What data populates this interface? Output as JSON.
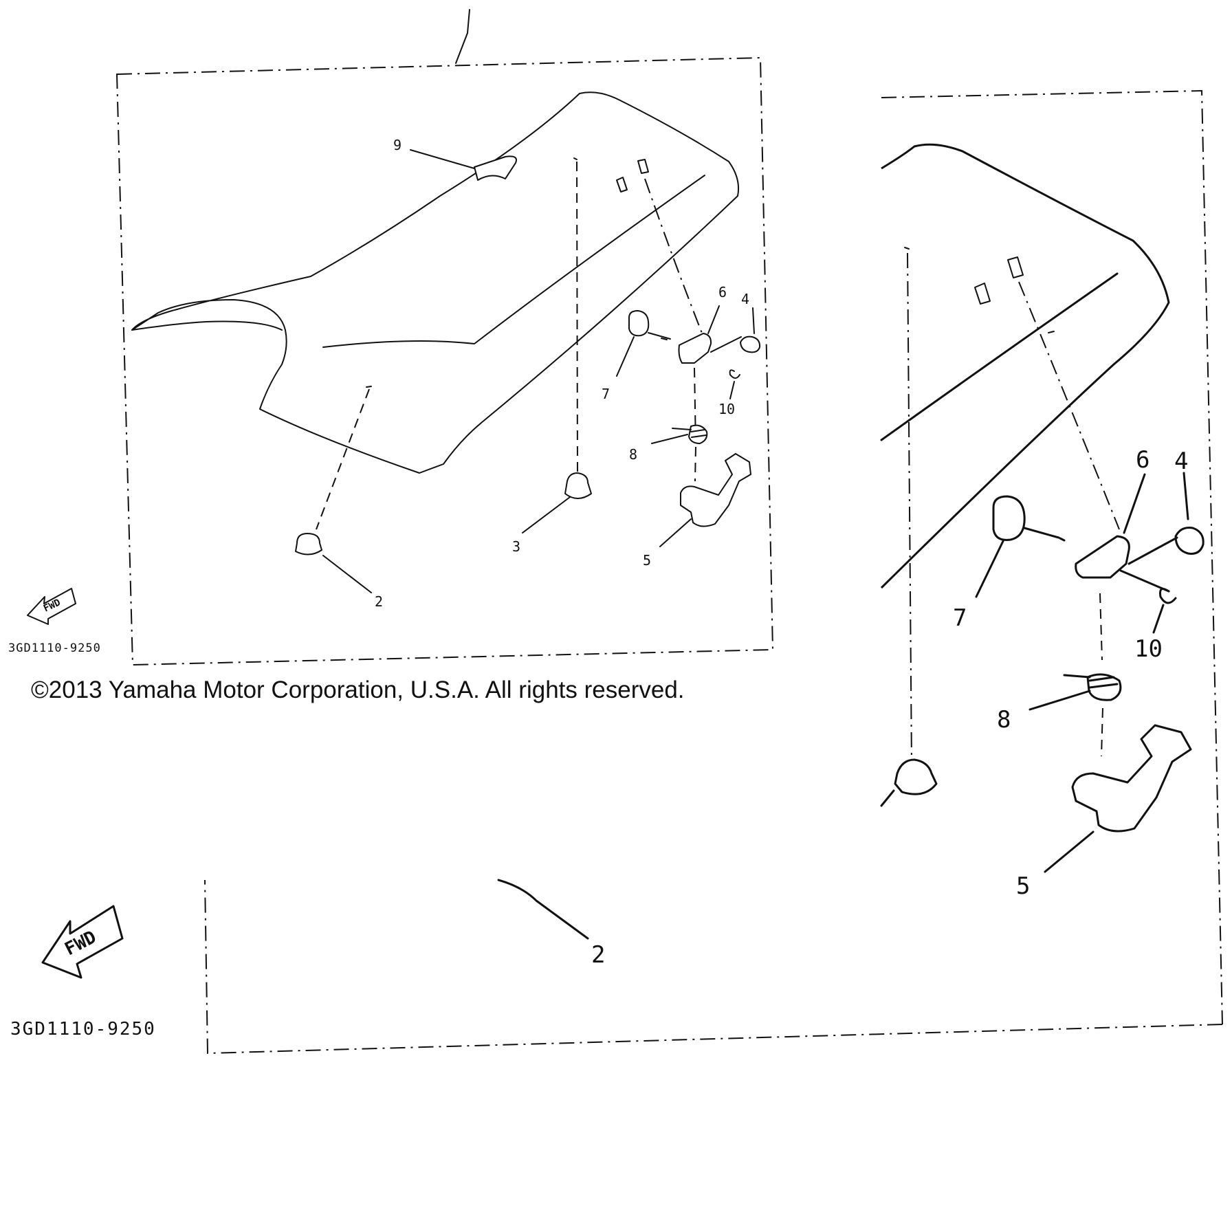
{
  "diagram": {
    "copyright": "©2013 Yamaha Motor Corporation, U.S.A. All rights reserved.",
    "drawing_code": "3GD1110-9250",
    "fwd_label": "FWD",
    "overview": {
      "callouts": {
        "c1": "2",
        "c2": "3",
        "c3": "4",
        "c4": "5",
        "c5": "6",
        "c6": "7",
        "c7": "8",
        "c8": "9",
        "c9": "10"
      }
    },
    "detail": {
      "callouts": {
        "c1": "2",
        "c2": "4",
        "c3": "5",
        "c4": "6",
        "c5": "7",
        "c6": "8",
        "c7": "10"
      }
    }
  }
}
